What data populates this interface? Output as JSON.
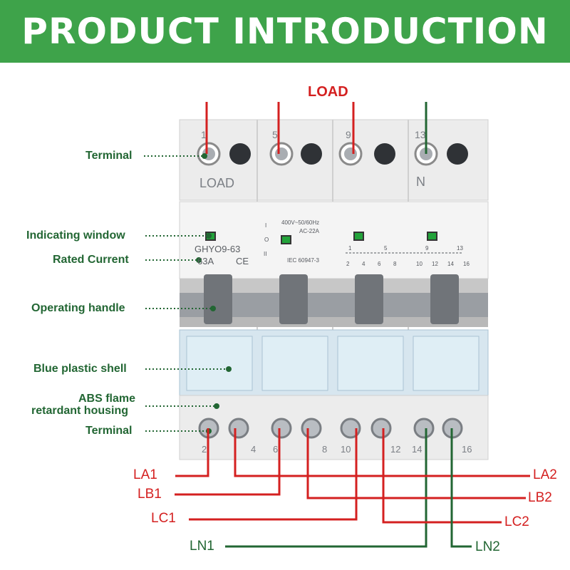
{
  "banner": {
    "title": "PRODUCT INTRODUCTION",
    "color": "#3ea34a"
  },
  "top_label": "LOAD",
  "callouts": {
    "terminal_top": "Terminal",
    "indicating_window": "Indicating window",
    "rated_current": "Rated Current",
    "operating_handle": "Operating handle",
    "blue_shell": "Blue plastic shell",
    "abs_line1": "ABS flame",
    "abs_line2": "retardant housing",
    "terminal_bottom": "Terminal"
  },
  "device": {
    "top_numbers": [
      "1",
      "5",
      "9",
      "13"
    ],
    "load_text": "LOAD",
    "n_text": "N",
    "model": "GHYO9-63",
    "rating": "63A",
    "ce": "CE",
    "spec_voltage": "400V~50/60Hz",
    "spec_category": "AC-22A",
    "standard": "IEC 60947-3",
    "switch_marks": [
      "I",
      "O",
      "II"
    ],
    "schematic_top": [
      "1",
      "5",
      "9",
      "13"
    ],
    "schematic_bottom": [
      "2",
      "4",
      "6",
      "8",
      "10",
      "12",
      "14",
      "16"
    ],
    "bottom_numbers": [
      "2",
      "4",
      "6",
      "8",
      "10",
      "12",
      "14",
      "16"
    ]
  },
  "wires": {
    "left": [
      "LA1",
      "LB1",
      "LC1",
      "LN1"
    ],
    "right": [
      "LA2",
      "LB2",
      "LC2",
      "LN2"
    ]
  },
  "colors": {
    "red": "#d42020",
    "green": "#226633",
    "shell": "#cfe2ec"
  }
}
